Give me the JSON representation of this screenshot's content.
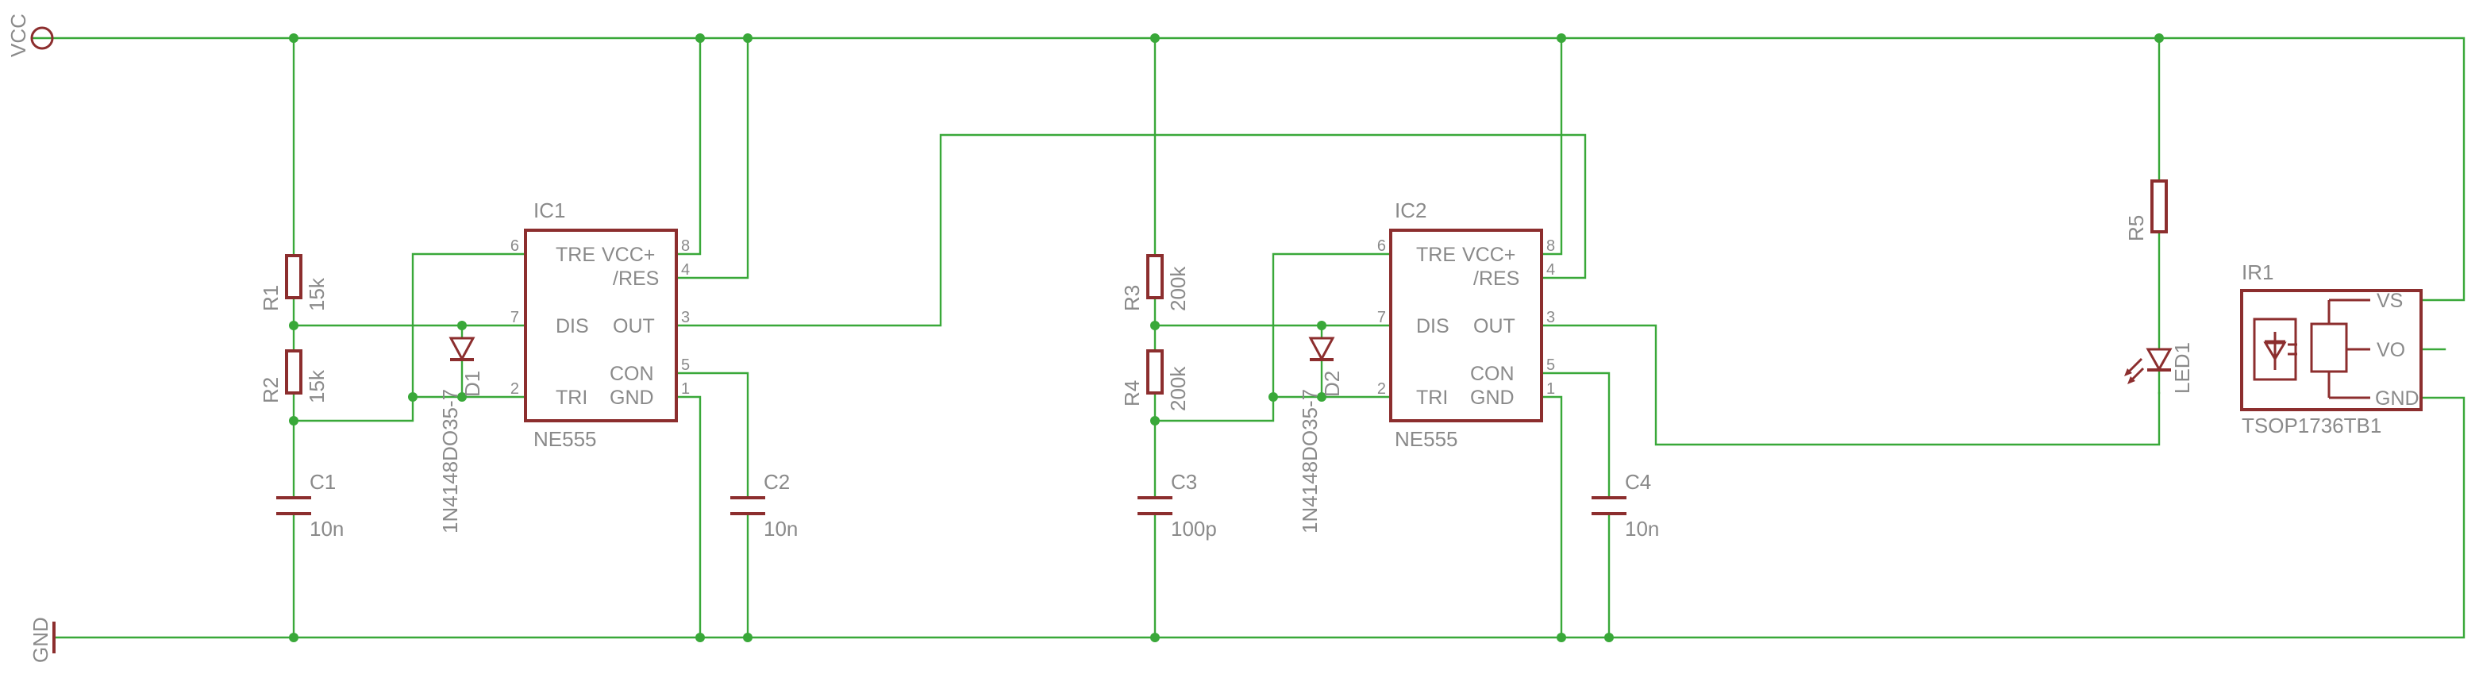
{
  "nets": {
    "vcc": "VCC",
    "gnd": "GND"
  },
  "ic1": {
    "name": "IC1",
    "value": "NE555",
    "pins": {
      "tre": "TRE",
      "vcc": "VCC+",
      "res": "/RES",
      "dis": "DIS",
      "out": "OUT",
      "con": "CON",
      "tri": "TRI",
      "gnd": "GND"
    },
    "pinnums": {
      "p6": "6",
      "p7": "7",
      "p2": "2",
      "p8": "8",
      "p4": "4",
      "p3": "3",
      "p5": "5",
      "p1": "1"
    }
  },
  "ic2": {
    "name": "IC2",
    "value": "NE555",
    "pins": {
      "tre": "TRE",
      "vcc": "VCC+",
      "res": "/RES",
      "dis": "DIS",
      "out": "OUT",
      "con": "CON",
      "tri": "TRI",
      "gnd": "GND"
    },
    "pinnums": {
      "p6": "6",
      "p7": "7",
      "p2": "2",
      "p8": "8",
      "p4": "4",
      "p3": "3",
      "p5": "5",
      "p1": "1"
    }
  },
  "r1": {
    "name": "R1",
    "value": "15k"
  },
  "r2": {
    "name": "R2",
    "value": "15k"
  },
  "r3": {
    "name": "R3",
    "value": "200k"
  },
  "r4": {
    "name": "R4",
    "value": "200k"
  },
  "r5": {
    "name": "R5"
  },
  "c1": {
    "name": "C1",
    "value": "10n"
  },
  "c2": {
    "name": "C2",
    "value": "10n"
  },
  "c3": {
    "name": "C3",
    "value": "100p"
  },
  "c4": {
    "name": "C4",
    "value": "10n"
  },
  "d1": {
    "name": "D1",
    "value": "1N4148DO35-7"
  },
  "d2": {
    "name": "D2",
    "value": "1N4148DO35-7"
  },
  "led1": {
    "name": "LED1"
  },
  "ir1": {
    "name": "IR1",
    "value": "TSOP1736TB1",
    "pins": {
      "vs": "VS",
      "vo": "VO",
      "gnd": "GND"
    }
  }
}
